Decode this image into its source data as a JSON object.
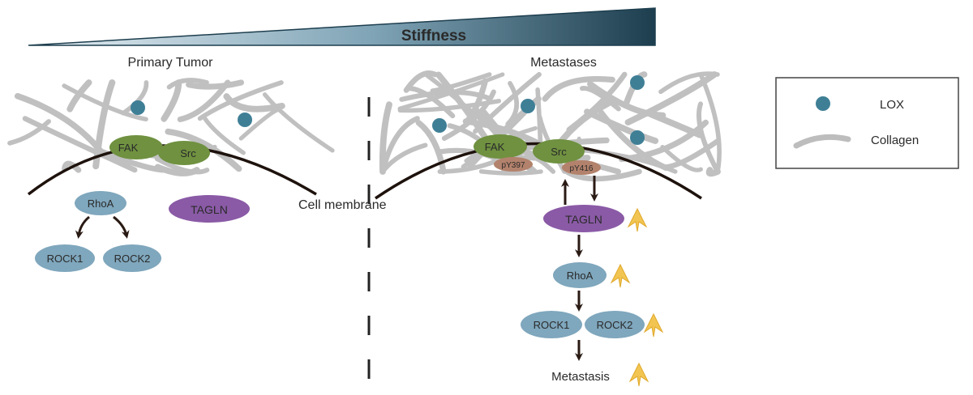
{
  "stiffness_label": "Stiffness",
  "primary": {
    "title": "Primary Tumor",
    "fak": "FAK",
    "src": "Src",
    "tagln": "TAGLN",
    "rhoa": "RhoA",
    "rock1": "ROCK1",
    "rock2": "ROCK2"
  },
  "membrane_label": "Cell membrane",
  "metastases": {
    "title": "Metastases",
    "fak": "FAK",
    "src": "Src",
    "py397": "pY397",
    "py416": "pY416",
    "tagln": "TAGLN",
    "rhoa": "RhoA",
    "rock1": "ROCK1",
    "rock2": "ROCK2",
    "metastasis": "Metastasis"
  },
  "legend": {
    "lox": "LOX",
    "collagen": "Collagen"
  },
  "colors": {
    "lox": "#3f7f96",
    "collagen": "#c0c0c0",
    "fak_src": "#6f9140",
    "tagln": "#8a5aa6",
    "rho_rock": "#7fa7bd",
    "phospho": "#b3826c",
    "up_arrow": "#f2c552",
    "arrow": "#2a1a14",
    "stiffness_dark": "#1d3e4e",
    "stiffness_light": "#d6e6ef"
  }
}
